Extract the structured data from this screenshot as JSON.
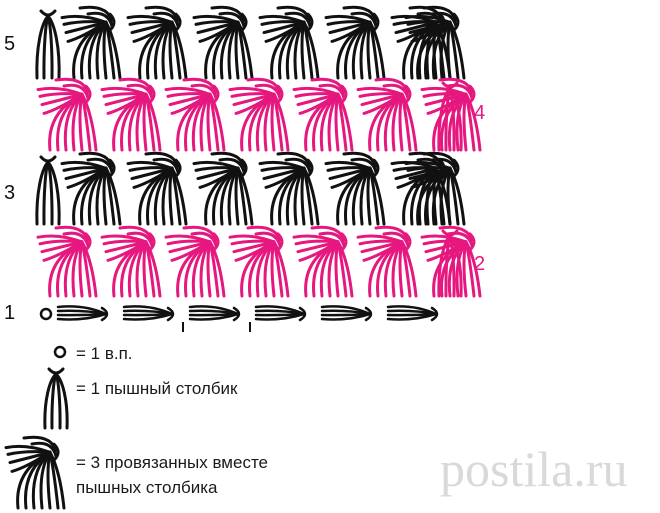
{
  "colors": {
    "black": "#111111",
    "pink": "#e6177f",
    "watermark": "#d9d9d9"
  },
  "rows": [
    {
      "label": "5",
      "color": "black",
      "kind": "puff"
    },
    {
      "label": "4",
      "color": "pink",
      "kind": "puff"
    },
    {
      "label": "3",
      "color": "black",
      "kind": "puff"
    },
    {
      "label": "2",
      "color": "pink",
      "kind": "puff"
    },
    {
      "label": "1",
      "color": "black",
      "kind": "chain"
    }
  ],
  "legend": {
    "chain": "= 1 в.п.",
    "puff": "= 1 пышный столбик",
    "cluster_line1": "= 3 провязанных вместе",
    "cluster_line2": "пышных столбика"
  },
  "watermark": "postila.ru"
}
